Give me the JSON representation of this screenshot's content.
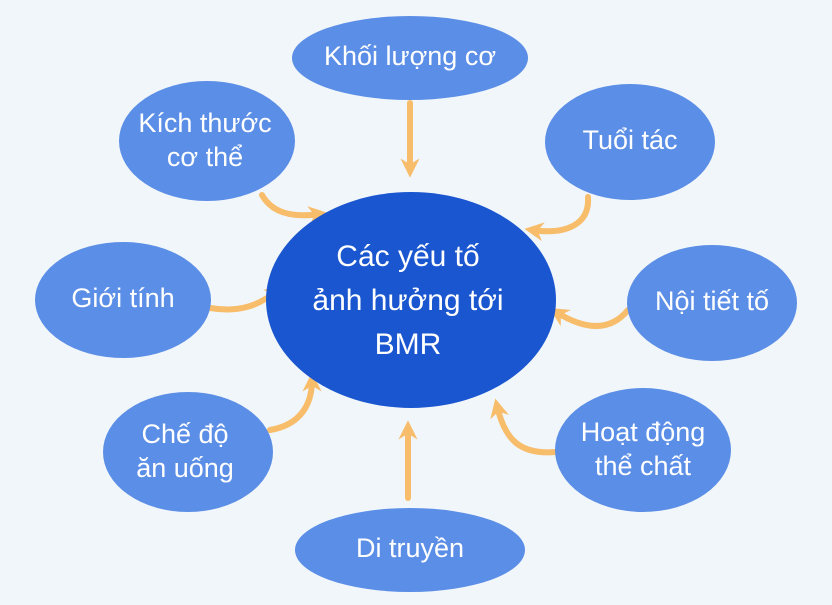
{
  "colors": {
    "background": "#f1f6fb",
    "center_fill": "#1a56cf",
    "node_fill": "#5b8ee6",
    "arrow": "#f7bd6b"
  },
  "center": {
    "lines": [
      "Các yếu tố",
      "ảnh hưởng tới",
      "BMR"
    ]
  },
  "nodes": [
    {
      "id": "khoi-luong-co",
      "lines": [
        "Khối lượng cơ"
      ]
    },
    {
      "id": "tuoi-tac",
      "lines": [
        "Tuổi tác"
      ]
    },
    {
      "id": "noi-tiet-to",
      "lines": [
        "Nội tiết tố"
      ]
    },
    {
      "id": "hoat-dong-the-chat",
      "lines": [
        "Hoạt động",
        "thể chất"
      ]
    },
    {
      "id": "di-truyen",
      "lines": [
        "Di truyền"
      ]
    },
    {
      "id": "che-do-an-uong",
      "lines": [
        "Chế độ",
        "ăn uống"
      ]
    },
    {
      "id": "gioi-tinh",
      "lines": [
        "Giới tính"
      ]
    },
    {
      "id": "kich-thuoc-co-the",
      "lines": [
        "Kích thước",
        "cơ thể"
      ]
    }
  ]
}
